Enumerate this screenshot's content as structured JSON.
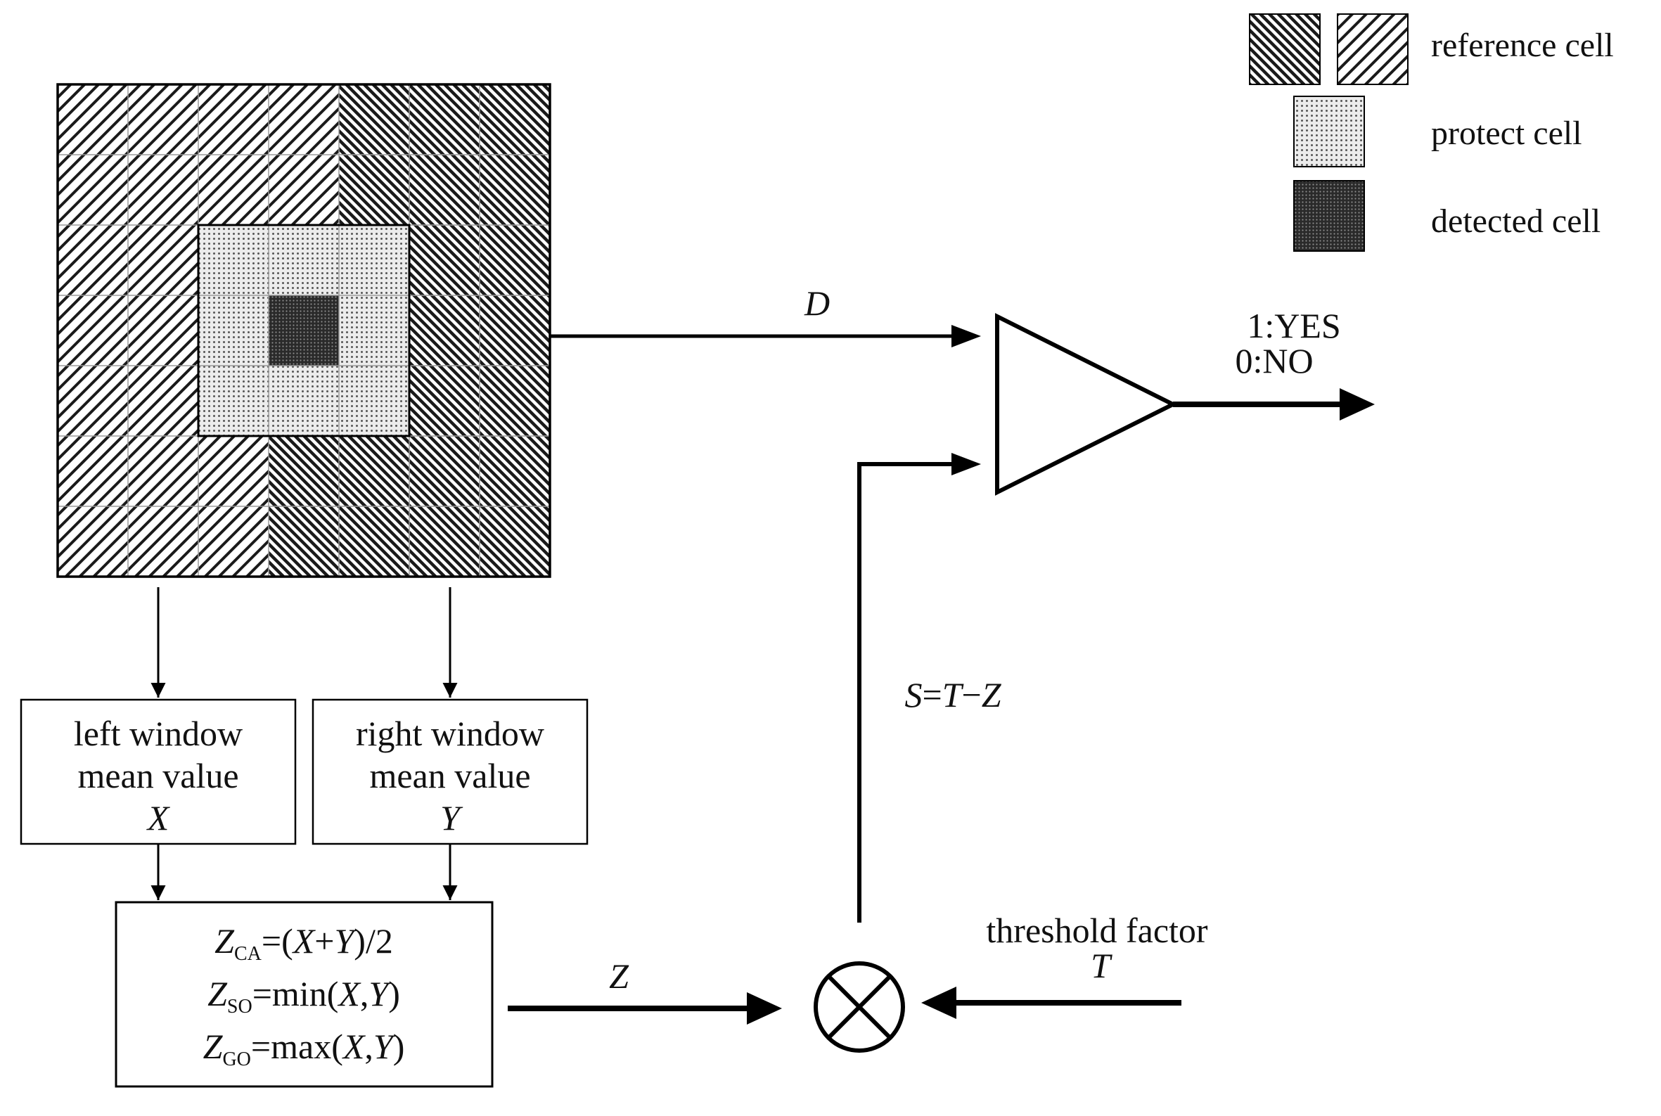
{
  "legend": {
    "reference_label": "reference cell",
    "protect_label": "protect cell",
    "detected_label": "detected cell"
  },
  "signals": {
    "d_label": "D",
    "z_label": "Z",
    "s_prefix": "S",
    "s_eq": "=",
    "s_t": "T",
    "s_minus": "−",
    "s_z": "Z",
    "output_yes": "1:YES",
    "output_no": "0:NO"
  },
  "left_box": {
    "line1": "left window",
    "line2": "mean value",
    "var": "X"
  },
  "right_box": {
    "line1": "right window",
    "line2": "mean value",
    "var": "Y"
  },
  "formula_box": {
    "ca": {
      "z": "Z",
      "sub": "CA",
      "p1": "=(",
      "x": "X",
      "plus": "+",
      "y": "Y",
      "p2": ")/2"
    },
    "so": {
      "z": "Z",
      "sub": "SO",
      "p1": "=min(",
      "x": "X",
      "comma": ",",
      "y": "Y",
      "p2": ")"
    },
    "go": {
      "z": "Z",
      "sub": "GO",
      "p1": "=max(",
      "x": "X",
      "comma": ",",
      "y": "Y",
      "p2": ")"
    }
  },
  "threshold": {
    "line1": "threshold factor",
    "var": "T"
  },
  "symbols": {
    "multiplier": "multiplier-circle-x-icon",
    "comparator": "comparator-triangle-icon"
  }
}
